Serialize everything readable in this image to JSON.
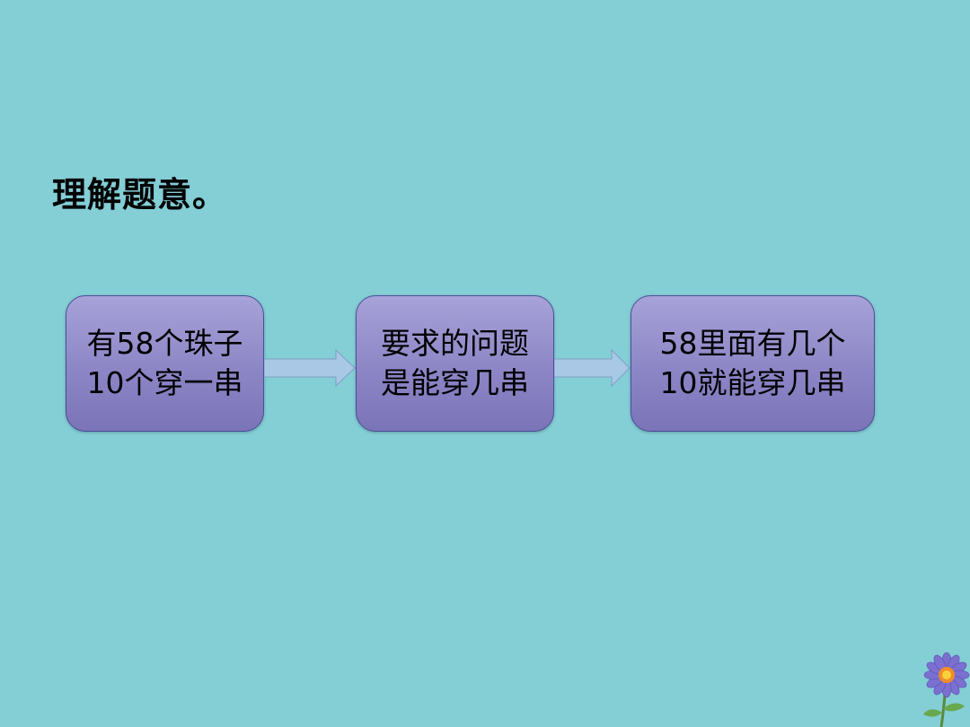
{
  "slide": {
    "title": "理解题意。",
    "background_color": "#84ced6",
    "box_fill_color": "#8c86c6",
    "arrow_fill_color": "#a8c8e6"
  },
  "flow": {
    "steps": [
      {
        "line1": "有58个珠子",
        "line2": "10个穿一串"
      },
      {
        "line1": "要求的问题",
        "line2": "是能穿几串"
      },
      {
        "line1": "58里面有几个",
        "line2": "10就能穿几串"
      }
    ]
  },
  "decoration": {
    "icon": "flower-icon"
  }
}
